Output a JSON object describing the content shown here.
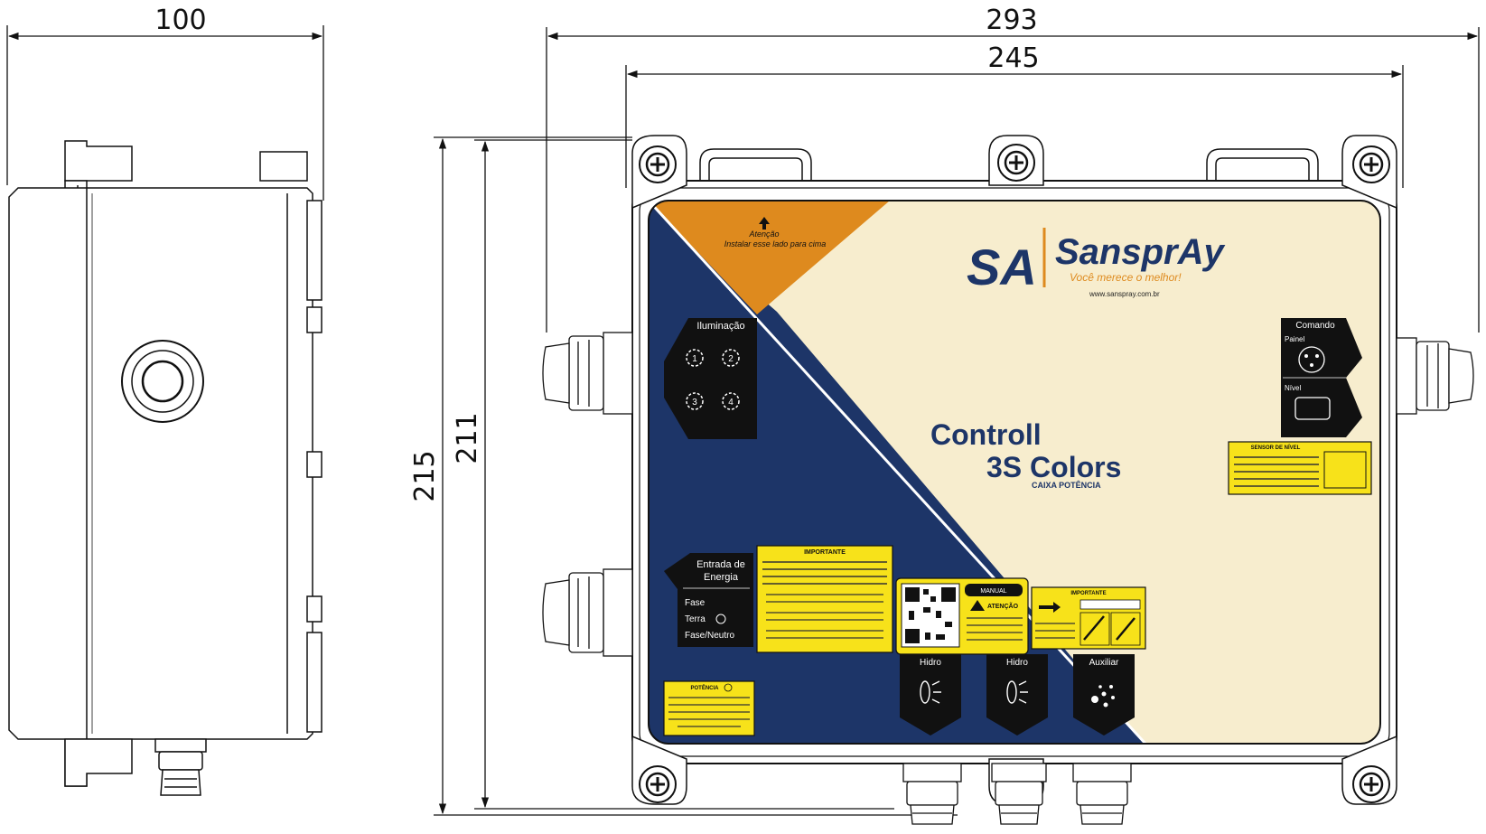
{
  "dimensions": {
    "side_width": "100",
    "front_total_width": "293",
    "front_box_width": "245",
    "front_total_height": "215",
    "front_box_height": "211"
  },
  "panel": {
    "warning_title": "Atenção",
    "warning_text": "Instalar esse lado para cima",
    "brand_initials": "SA",
    "brand_name": "SansprAy",
    "brand_slogan": "Você merece o melhor!",
    "brand_url": "www.sanspray.com.br",
    "product_line1": "Controll",
    "product_line2": "3S Colors",
    "product_sub": "CAIXA POTÊNCIA",
    "illumination_label": "Iluminação",
    "illumination_channels": [
      "1",
      "2",
      "3",
      "4"
    ],
    "energy_label_line1": "Entrada de",
    "energy_label_line2": "Energia",
    "energy_terminals": [
      "Fase",
      "Terra",
      "Fase/Neutro"
    ],
    "command_label": "Comando",
    "command_items": [
      "Painel",
      "Nível"
    ],
    "outputs": [
      "Hidro",
      "Hidro",
      "Auxiliar"
    ],
    "notice_important": "IMPORTANTE",
    "notice_attention": "ATENÇÃO",
    "notice_power": "POTÊNCIA",
    "notice_level_sensor": "SENSOR DE NÍVEL",
    "notice_manual": "MANUAL"
  },
  "colors": {
    "navy": "#1d3568",
    "cream": "#f7edce",
    "orange": "#de8a1e",
    "yellow": "#f7e21a",
    "black": "#111111"
  }
}
